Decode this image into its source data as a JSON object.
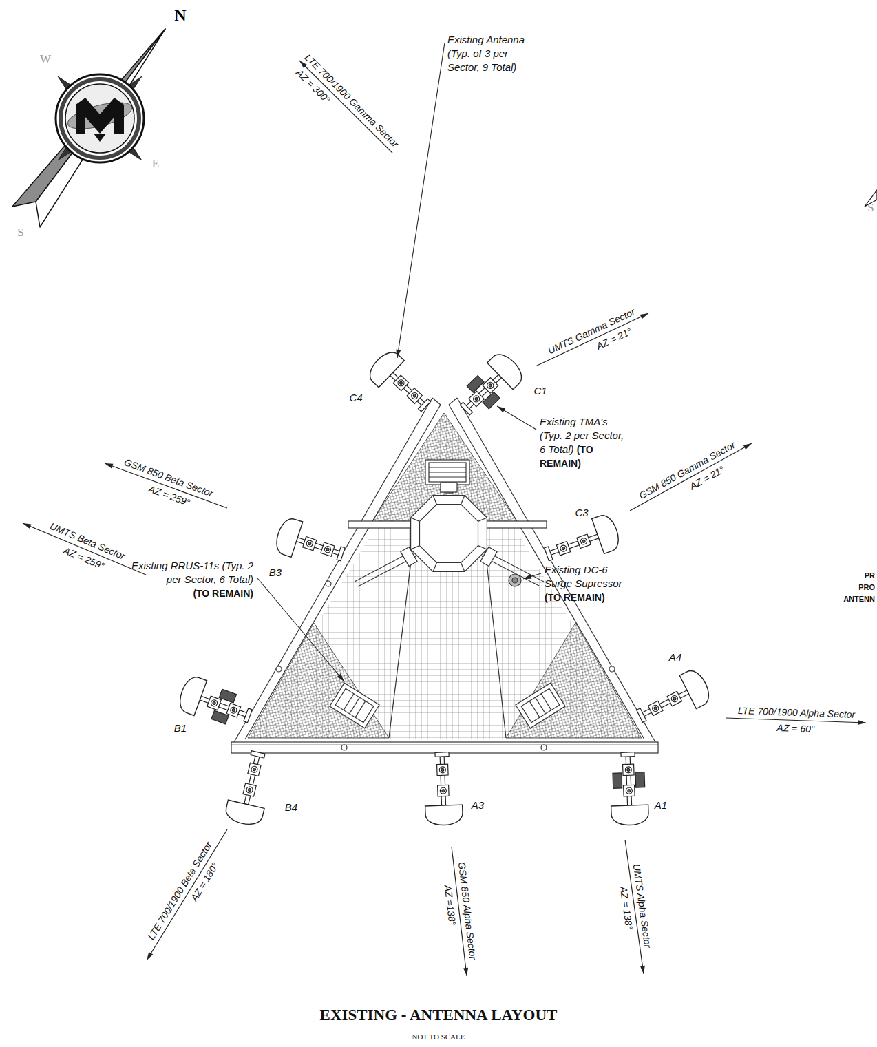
{
  "diagram": {
    "title": "EXISTING - ANTENNA LAYOUT",
    "caption": "NOT TO SCALE",
    "labels": [
      "N",
      "W",
      "E",
      "S",
      "Existing Antenna (Typ. of 3 per Sector, 9 Total)",
      "LTE 700/1900 Gamma Sector",
      "AZ = 300°",
      "UMTS Gamma Sector",
      "AZ = 21°",
      "C4",
      "C1",
      "Existing TMA's (Typ. 2 per Sector, 6 Total)",
      "(TO REMAIN)",
      "GSM 850 Gamma Sector",
      "AZ = 21°",
      "C3",
      "GSM 850 Beta Sector",
      "AZ = 259°",
      "B3",
      "S",
      "PR",
      "PRO",
      "ANTENN",
      "Existing RRUS-11s (Typ. 2 per Sector, 6 Total)",
      "(TO REMAIN)",
      "Existing DC-6 Surge Supressor",
      "(TO REMAIN)",
      "UMTS Beta Sector",
      "AZ = 259°",
      "A4",
      "LTE 700/1900 Alpha Sector",
      "AZ = 60°",
      "B1",
      "B4",
      "A3",
      "A1",
      "LTE 700/1900 Beta Sector",
      "AZ = 180°",
      "GSM 850 Alpha Sector",
      "AZ =138°",
      "UMTS Alpha Sector",
      "AZ = 138°"
    ]
  }
}
